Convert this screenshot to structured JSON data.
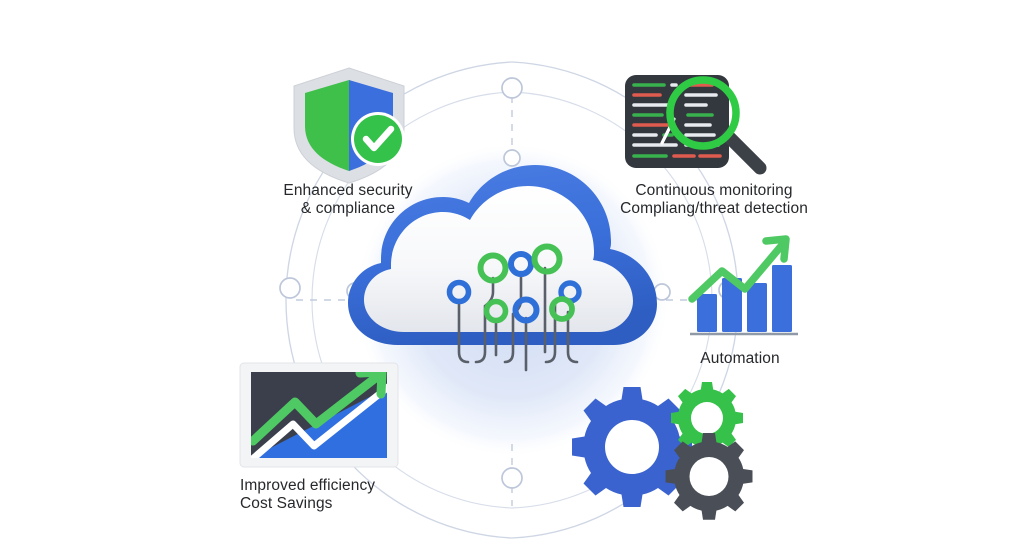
{
  "scene": {
    "title": "Cloud security and operations benefits diagram",
    "background_color": "#ffffff",
    "halo_color": "#dbe4f7",
    "connector_line_color": "#c9d2e4",
    "text_color": "#26282b"
  },
  "center": {
    "icon": "cloud-circuit-icon",
    "cloud_outline_color": "#3b72dc",
    "cloud_fill_color": "#f5f6f8",
    "circuit_stem_color": "#555b63",
    "node_colors": {
      "blue": "#2f6fd8",
      "green": "#3fbf4f"
    },
    "nodes": [
      {
        "color": "green",
        "size": "large"
      },
      {
        "color": "blue",
        "size": "medium"
      },
      {
        "color": "green",
        "size": "large"
      },
      {
        "color": "blue",
        "size": "medium"
      },
      {
        "color": "green",
        "size": "medium"
      },
      {
        "color": "blue",
        "size": "medium"
      },
      {
        "color": "blue",
        "size": "medium"
      },
      {
        "color": "green",
        "size": "medium"
      }
    ]
  },
  "items": [
    {
      "id": "security",
      "icon": "shield-check-icon",
      "label": "Enhanced security\n& compliance",
      "align": "center",
      "colors": {
        "shield_left": "#3dbf46",
        "shield_right": "#3b6fdc",
        "shield_border": "#d5d8dd",
        "badge": "#34c24a"
      }
    },
    {
      "id": "monitoring",
      "icon": "code-magnifier-icon",
      "label": "Continuous monitoring\nCompliang/threat detection",
      "align": "center",
      "colors": {
        "panel": "#32363c",
        "lens": "#2fcb45",
        "handle": "#3c4148",
        "line_green": "#37b24d",
        "line_red": "#e05b4f",
        "line_white": "#e8ebef"
      }
    },
    {
      "id": "automation",
      "icon": "bar-chart-growth-icon",
      "label": "Automation",
      "align": "center",
      "colors": {
        "bar": "#3b6fdc",
        "arrow": "#4fc963",
        "baseline": "#8d939c"
      },
      "bars": [
        34,
        62,
        55,
        88
      ]
    },
    {
      "id": "efficiency",
      "icon": "framed-growth-chart-icon",
      "label": "Improved efficiency\nCost Savings",
      "align": "left",
      "colors": {
        "frame": "#f3f4f6",
        "panel_dark": "#373c48",
        "area_blue": "#2f6fe0",
        "line_white": "#ffffff",
        "arrow": "#4fc963"
      }
    },
    {
      "id": "gears",
      "icon": "gears-icon",
      "label": "",
      "align": "center",
      "colors": {
        "gear_large": "#3a63cf",
        "gear_small": "#36c24a",
        "gear_medium": "#4a4f57"
      }
    }
  ],
  "connectors": {
    "node_dots": 5,
    "dot_stroke": "#c2cbdd",
    "dashed": true
  }
}
